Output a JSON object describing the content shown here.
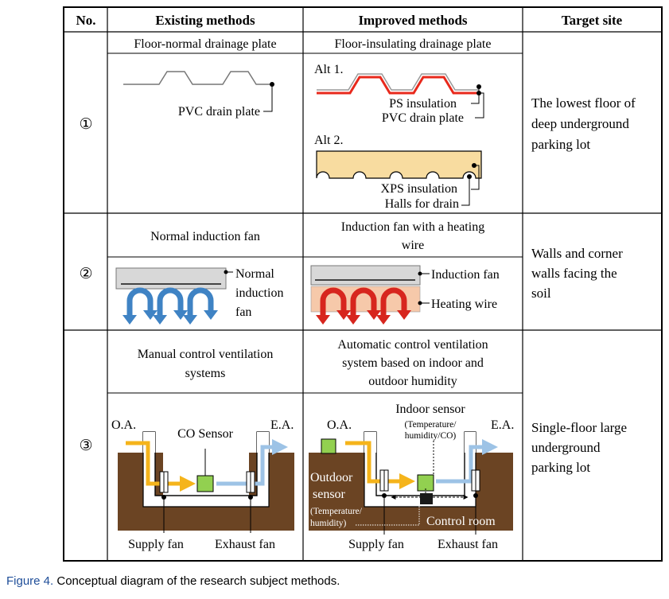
{
  "headers": {
    "no": "No.",
    "existing": "Existing methods",
    "improved": "Improved methods",
    "target": "Target site"
  },
  "rows": [
    {
      "no": "①",
      "existing_title": "Floor-normal drainage plate",
      "existing_label": "PVC drain plate",
      "improved_title": "Floor-insulating drainage plate",
      "alt1": "Alt 1.",
      "alt1_labels": [
        "PS insulation",
        "PVC drain plate"
      ],
      "alt2": "Alt 2.",
      "alt2_labels": [
        "XPS insulation",
        "Halls for drain"
      ],
      "target_lines": [
        "The lowest floor of",
        "deep underground",
        "parking lot"
      ]
    },
    {
      "no": "②",
      "existing_title": "Normal induction fan",
      "existing_label_lines": [
        "Normal",
        "induction",
        "fan"
      ],
      "improved_title_lines": [
        "Induction fan with a heating",
        "wire"
      ],
      "improved_labels": [
        "Induction fan",
        "Heating wire"
      ],
      "target_lines": [
        "Walls and corner",
        "walls facing the",
        "soil"
      ]
    },
    {
      "no": "③",
      "existing_title_lines": [
        "Manual control ventilation",
        "systems"
      ],
      "existing_labels": {
        "oa": "O.A.",
        "ea": "E.A.",
        "sensor": "CO Sensor",
        "supply": "Supply fan",
        "exhaust": "Exhaust fan"
      },
      "improved_title_lines": [
        "Automatic control ventilation",
        "system based on indoor and",
        "outdoor humidity"
      ],
      "improved_labels": {
        "oa": "O.A.",
        "ea": "E.A.",
        "indoor": "Indoor sensor",
        "indoor_sub": [
          "(Temperature/",
          "humidity/CO)"
        ],
        "outdoor": [
          "Outdoor",
          "sensor"
        ],
        "outdoor_sub": [
          "(Temperature/",
          "humidity)"
        ],
        "control": "Control room",
        "supply": "Supply fan",
        "exhaust": "Exhaust fan"
      },
      "target_lines": [
        "Single-floor large",
        "underground",
        "parking lot"
      ]
    }
  ],
  "caption": {
    "label": "Figure 4.",
    "text": " Conceptual diagram of the research subject methods."
  },
  "colors": {
    "soil": "#6b4423",
    "ps_insulation": "#e8291c",
    "xps_insulation": "#f8dca0",
    "fan_body": "#d8d8d8",
    "heating_wire": "#f6c9aa",
    "arrow_blue": "#3f83c4",
    "arrow_red": "#d7261e",
    "supply_air": "#f5b41b",
    "exhaust_air": "#9dc3e6",
    "sensor": "#92d050"
  }
}
